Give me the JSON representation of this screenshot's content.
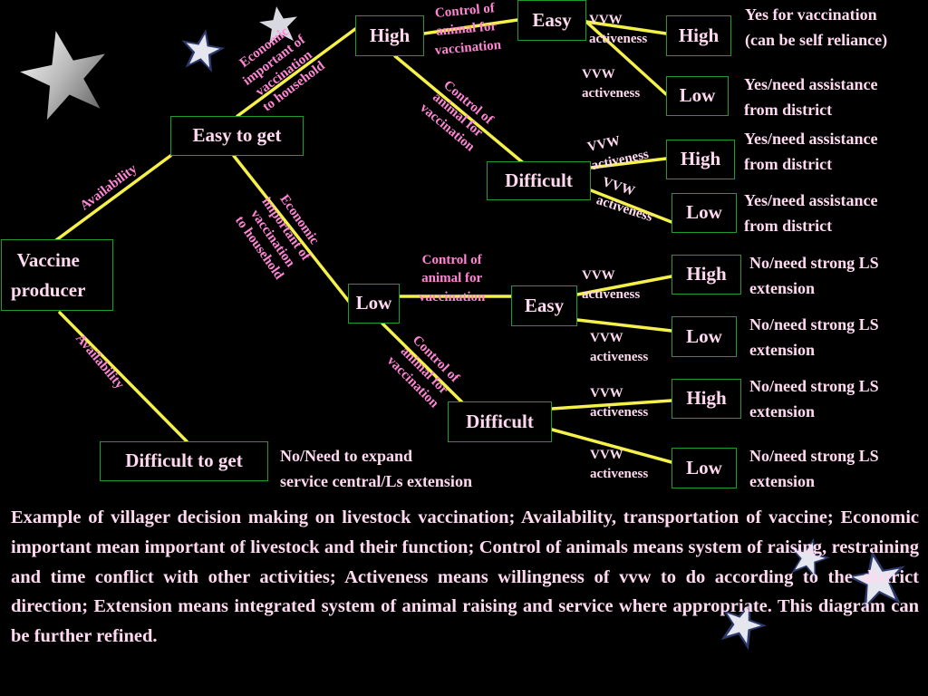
{
  "nodes": {
    "root": "Vaccine\nproducer",
    "easy_to_get": "Easy to get",
    "difficult_to_get": "Difficult to get",
    "econ_high": "High",
    "econ_low": "Low",
    "hh_easy": "Easy",
    "hh_difficult": "Difficult",
    "lh_easy": "Easy",
    "lh_difficult": "Difficult",
    "v1": "High",
    "v2": "Low",
    "v3": "High",
    "v4": "Low",
    "v5": "High",
    "v6": "Low",
    "v7": "High",
    "v8": "Low"
  },
  "edge_labels": {
    "availability_top": "Availability",
    "availability_bottom": "Availability",
    "economic_upper": "Economic\nimportant of\nvaccination\nto household",
    "economic_lower": "Economic\nimportant of\nvaccination\nto household",
    "control_high_easy": "Control of\nanimal for\nvaccination",
    "control_high_difficult": "Control of\nanimal for\nvaccination",
    "control_low_easy": "Control of\nanimal for\nvaccination",
    "control_low_difficult": "Control of\nanimal for\nvaccination",
    "vvw_1": "VVW\nactiveness",
    "vvw_2": "VVW\nactiveness",
    "vvw_3": "VVW\nactiveness",
    "vvw_4": "VVW\nactiveness",
    "vvw_5": "VVW\nactiveness",
    "vvw_6": "VVW\nactiveness",
    "vvw_7": "VVW\nactiveness",
    "vvw_8": "VVW\nactiveness"
  },
  "outcomes": {
    "o1": "Yes for vaccination\n(can be self reliance)",
    "o2": "Yes/need assistance\nfrom district",
    "o3": "Yes/need assistance\nfrom district",
    "o4": "Yes/need assistance\nfrom district",
    "o5": "No/need strong LS\nextension",
    "o6": "No/need strong LS\nextension",
    "o7": "No/need strong LS\nextension",
    "o8": "No/need strong LS\nextension",
    "difficult": "No/Need to expand\nservice central/Ls extension"
  },
  "caption": "Example of villager decision making on livestock vaccination; Availability, transportation of vaccine; Economic important mean important of livestock and their function; Control of animals means system of raising, restraining and time conflict with other activities; Activeness means willingness of vvw to do according to the district direction; Extension means integrated system of animal raising and service where appropriate. This diagram can be further refined.",
  "colors": {
    "background": "#000000",
    "connector": "#f5f04a",
    "box_border": "#1e9d2e",
    "node_text": "#ffd9f0",
    "edge_label": "#ff86d4"
  },
  "icons": [
    "star-icon"
  ]
}
